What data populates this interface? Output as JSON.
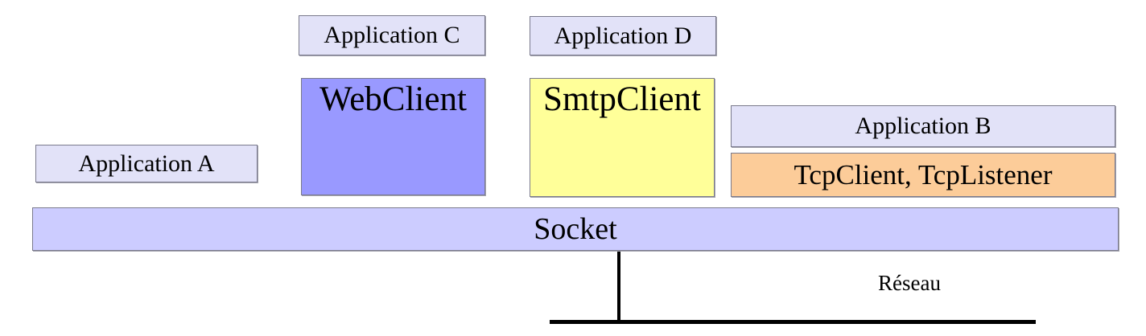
{
  "diagram": {
    "title_text": "",
    "language": "fr",
    "colors": {
      "lavender_light": "#E2E2F8",
      "periwinkle": "#9999FF",
      "yellow": "#FFFF99",
      "orange": "#FCCC99",
      "socket_blue": "#CCCCFF",
      "border": "#7A7A8C",
      "line": "#000000",
      "background": "#FFFFFF"
    },
    "boxes": {
      "application_a": {
        "label": "Application A",
        "fill": "#E2E2F8"
      },
      "application_b": {
        "label": "Application B",
        "fill": "#E2E2F8"
      },
      "application_c": {
        "label": "Application C",
        "fill": "#E2E2F8"
      },
      "application_d": {
        "label": "Application D",
        "fill": "#E2E2F8"
      },
      "webclient": {
        "label": "WebClient",
        "fill": "#9999FF"
      },
      "smtpclient": {
        "label": "SmtpClient",
        "fill": "#FFFF99"
      },
      "tcpclient": {
        "label": "TcpClient, TcpListener",
        "fill": "#FCCC99"
      },
      "socket": {
        "label": "Socket",
        "fill": "#CCCCFF"
      }
    },
    "network": {
      "label": "Réseau"
    }
  }
}
